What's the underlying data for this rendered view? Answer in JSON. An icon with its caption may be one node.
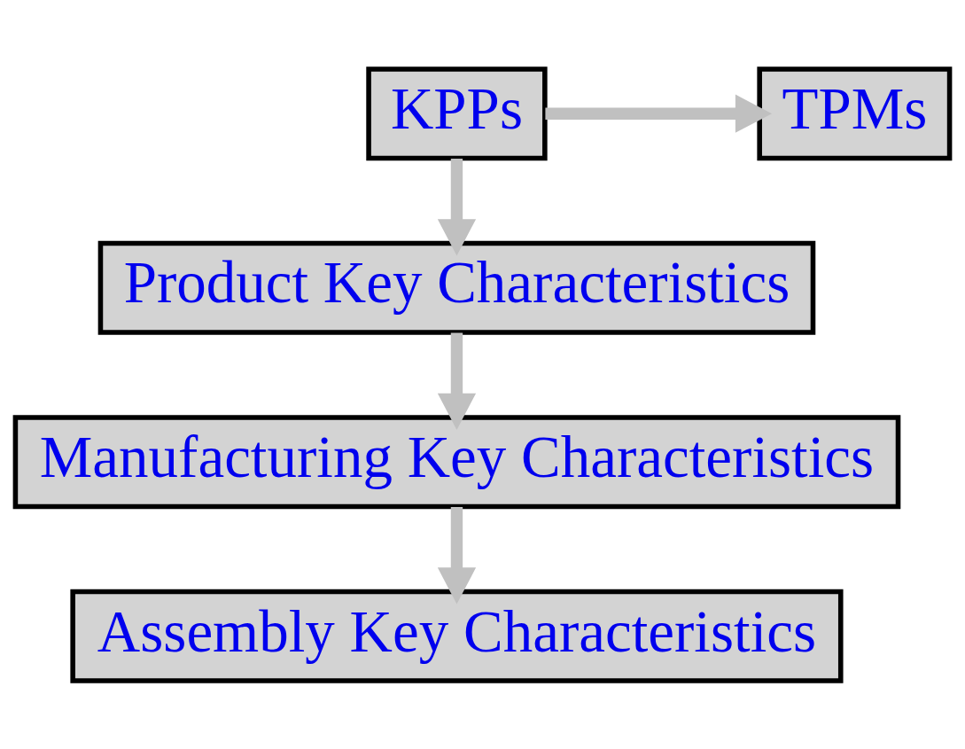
{
  "diagram": {
    "nodes": [
      {
        "text": [
          "KPPs"
        ]
      },
      {
        "text": [
          "TPMs"
        ]
      },
      {
        "text": [
          "Product Key Characteristics"
        ]
      },
      {
        "text": [
          "Manufacturing Key Characteristics"
        ]
      },
      {
        "text": [
          "Assembly Key Characteristics"
        ]
      }
    ],
    "edges": [
      {
        "from": 0,
        "to": 1,
        "arrow": "to"
      },
      {
        "from": 0,
        "to": 2,
        "arrow": "to"
      },
      {
        "from": 2,
        "to": 3,
        "arrow": "to"
      },
      {
        "from": 3,
        "to": 4,
        "arrow": "to"
      }
    ]
  }
}
